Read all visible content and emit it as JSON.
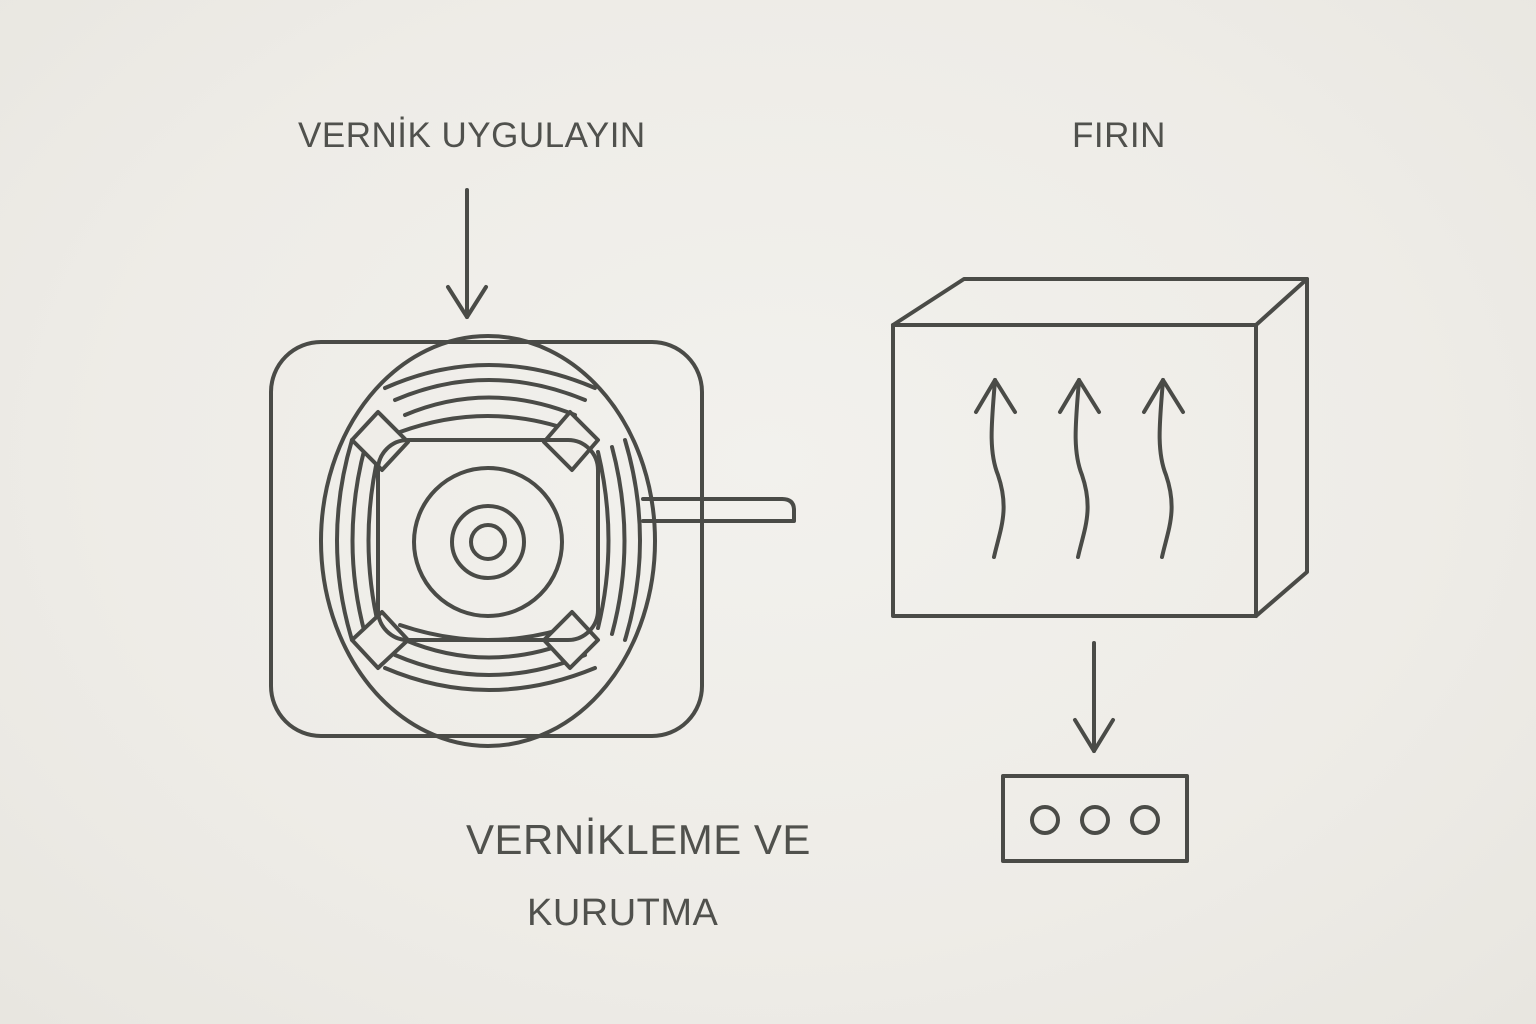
{
  "labels": {
    "apply_varnish": "VERNİK UYGULAYIN",
    "oven": "FIRIN",
    "title_line1": "VERNİKLEME VE",
    "title_line2": "KURUTMA"
  },
  "icons": {
    "apply_arrow": "arrow-down-icon",
    "motor_coil": "motor-winding-icon",
    "oven_box": "oven-box-icon",
    "heat_waves": "heat-arrow-icon",
    "output_arrow": "arrow-down-icon",
    "output_unit": "finished-unit-icon"
  },
  "colors": {
    "stroke": "#4a4b47",
    "background": "#efede8",
    "text": "#50514d"
  }
}
